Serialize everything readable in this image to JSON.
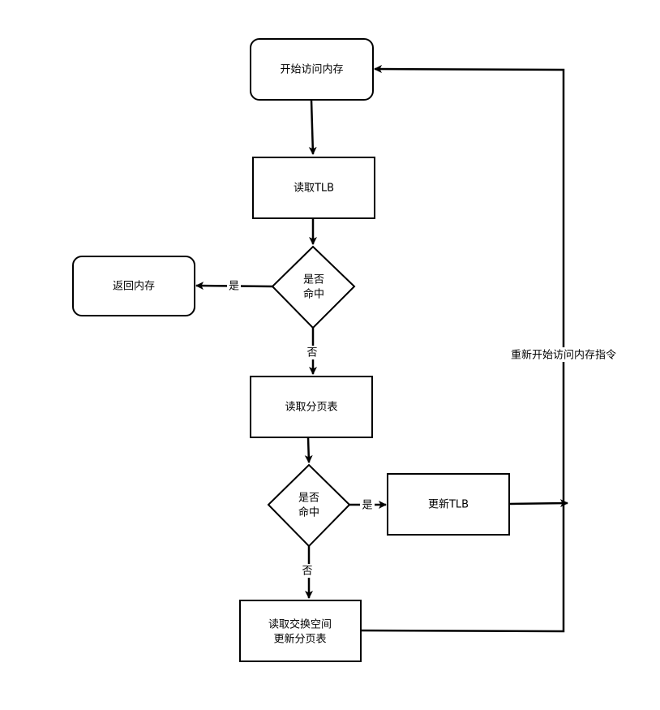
{
  "nodes": {
    "start": {
      "line1": "开始访问内存"
    },
    "read_tlb": {
      "line1": "读取TLB"
    },
    "hit1": {
      "line1": "是否",
      "line2": "命中"
    },
    "return_mem": {
      "line1": "返回内存"
    },
    "read_page_table": {
      "line1": "读取分页表"
    },
    "hit2": {
      "line1": "是否",
      "line2": "命中"
    },
    "update_tlb": {
      "line1": "更新TLB"
    },
    "read_swap": {
      "line1": "读取交换空间",
      "line2": "更新分页表"
    }
  },
  "edges": {
    "hit1_yes": "是",
    "hit1_no": "否",
    "hit2_yes": "是",
    "hit2_no": "否",
    "restart": "重新开始访问内存指令"
  },
  "colors": {
    "stroke": "#000000",
    "fill": "#ffffff",
    "text": "#000000"
  }
}
